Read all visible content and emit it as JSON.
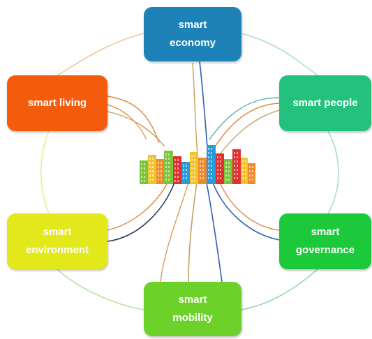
{
  "nodes": {
    "economy": {
      "label": "smart\neconomy",
      "color": "#1c82b8"
    },
    "people": {
      "label": "smart people",
      "color": "#22c27c"
    },
    "living": {
      "label": "smart living",
      "color": "#f25c0c"
    },
    "environment": {
      "label": "smart\nenvironment",
      "color": "#e3e81a"
    },
    "governance": {
      "label": "smart\ngovernance",
      "color": "#1cc93a"
    },
    "mobility": {
      "label": "smart\nmobility",
      "color": "#6cd22a"
    }
  },
  "colors": {
    "ring_top_left": "#f2c79a",
    "ring_top_right": "#a8dcd4",
    "ring_left": "#f0e98a",
    "ring_right": "#a8dcd4",
    "ring_bottom_left": "#b8e4a0",
    "ring_bottom_right": "#9bd8a8",
    "connector_orange": "#e0883a",
    "connector_tan": "#c4a060",
    "connector_blue": "#2f5fb0",
    "connector_dark": "#2a3a5a",
    "connector_teal": "#3aa890",
    "building_red": "#e03030",
    "building_green": "#7cc43a",
    "building_yellow": "#f2c42a",
    "building_orange": "#f28a2a",
    "building_blue": "#2a9ad8"
  },
  "icons": {
    "city": "city-skyline-icon"
  }
}
